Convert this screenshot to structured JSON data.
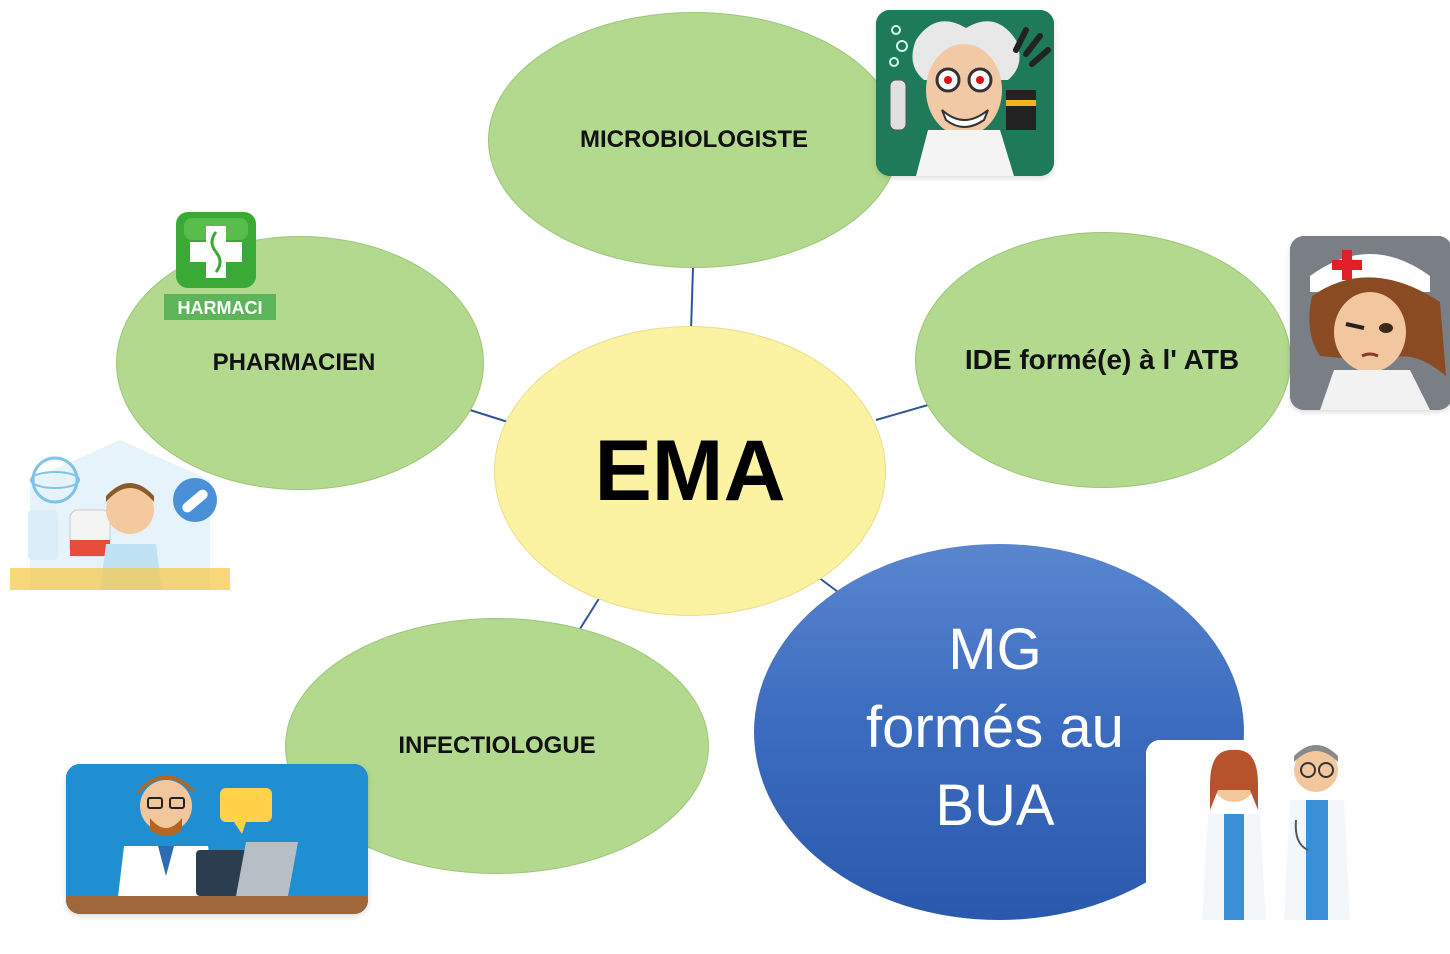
{
  "center": {
    "label": "EMA"
  },
  "nodes": {
    "microbiologiste": "MICROBIOLOGISTE",
    "pharmacien": "PHARMACIEN",
    "ide": "IDE formé(e) à l' ATB",
    "infectiologue": "INFECTIOLOGUE",
    "mg": [
      "MG",
      "formés au",
      "BUA"
    ]
  },
  "images": {
    "pharmacy_sign_text": "HARMACI"
  },
  "colors": {
    "satellite_fill": "#b3d98f",
    "center_fill": "#fbf2a2",
    "mg_fill": "#3d6dc0",
    "connector": "#2f5597"
  }
}
